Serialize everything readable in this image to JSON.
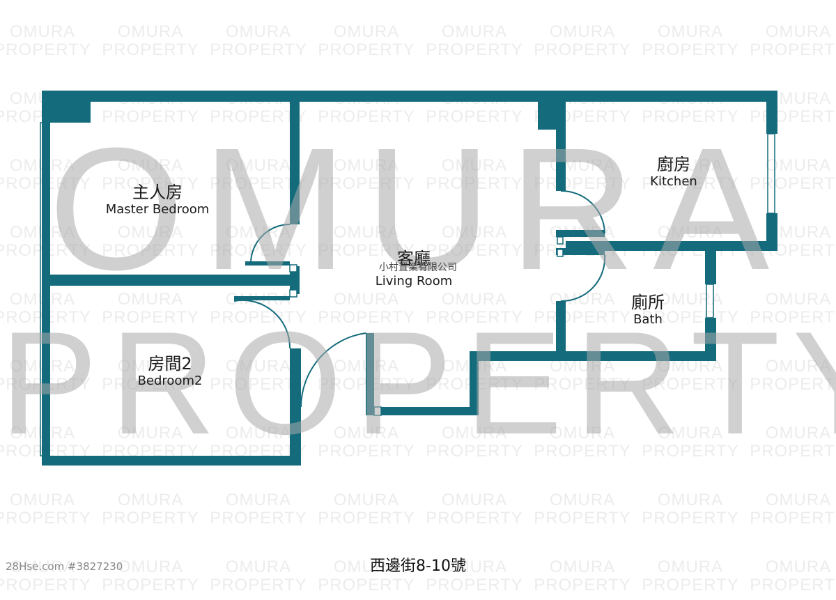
{
  "watermark": {
    "line1": "OMURA",
    "line2": "PROPERTY"
  },
  "company": "小村置業有限公司",
  "rooms": {
    "master_bedroom": {
      "zh": "主人房",
      "en": "Master Bedroom"
    },
    "bedroom2": {
      "zh": "房間2",
      "en": "Bedroom2"
    },
    "living_room": {
      "zh": "客廳",
      "en": "Living Room"
    },
    "kitchen": {
      "zh": "廚房",
      "en": "Kitchen"
    },
    "bath": {
      "zh": "廁所",
      "en": "Bath"
    }
  },
  "address": "西邊街8-10號",
  "listing_id": "28Hse.com #3827230",
  "colors": {
    "wall": "#136b7c",
    "door_line": "#136b7c",
    "window": "#136b7c",
    "watermark": "#aaaaaa"
  }
}
